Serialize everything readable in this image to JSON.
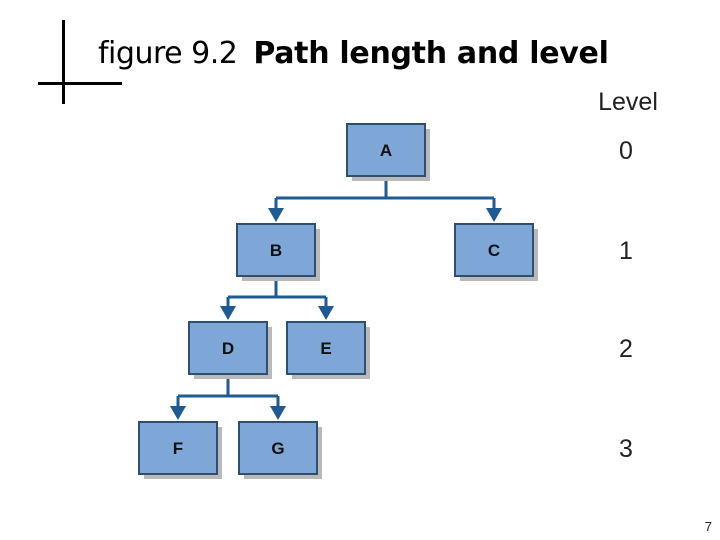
{
  "slide": {
    "figure_number": "figure 9.2",
    "title": "Path length and level",
    "page_number": "7"
  },
  "diagram": {
    "level_header": "Level",
    "levels": [
      "0",
      "1",
      "2",
      "3"
    ],
    "nodes": [
      {
        "id": "A",
        "label": "A",
        "level": 0
      },
      {
        "id": "B",
        "label": "B",
        "level": 1
      },
      {
        "id": "C",
        "label": "C",
        "level": 1
      },
      {
        "id": "D",
        "label": "D",
        "level": 2
      },
      {
        "id": "E",
        "label": "E",
        "level": 2
      },
      {
        "id": "F",
        "label": "F",
        "level": 3
      },
      {
        "id": "G",
        "label": "G",
        "level": 3
      }
    ],
    "edges": [
      {
        "from": "A",
        "to": "B"
      },
      {
        "from": "A",
        "to": "C"
      },
      {
        "from": "B",
        "to": "D"
      },
      {
        "from": "B",
        "to": "E"
      },
      {
        "from": "D",
        "to": "F"
      },
      {
        "from": "D",
        "to": "G"
      }
    ],
    "colors": {
      "node_fill": "#7ea6d6",
      "node_border": "#2f4f70",
      "edge": "#1f5a93"
    }
  }
}
